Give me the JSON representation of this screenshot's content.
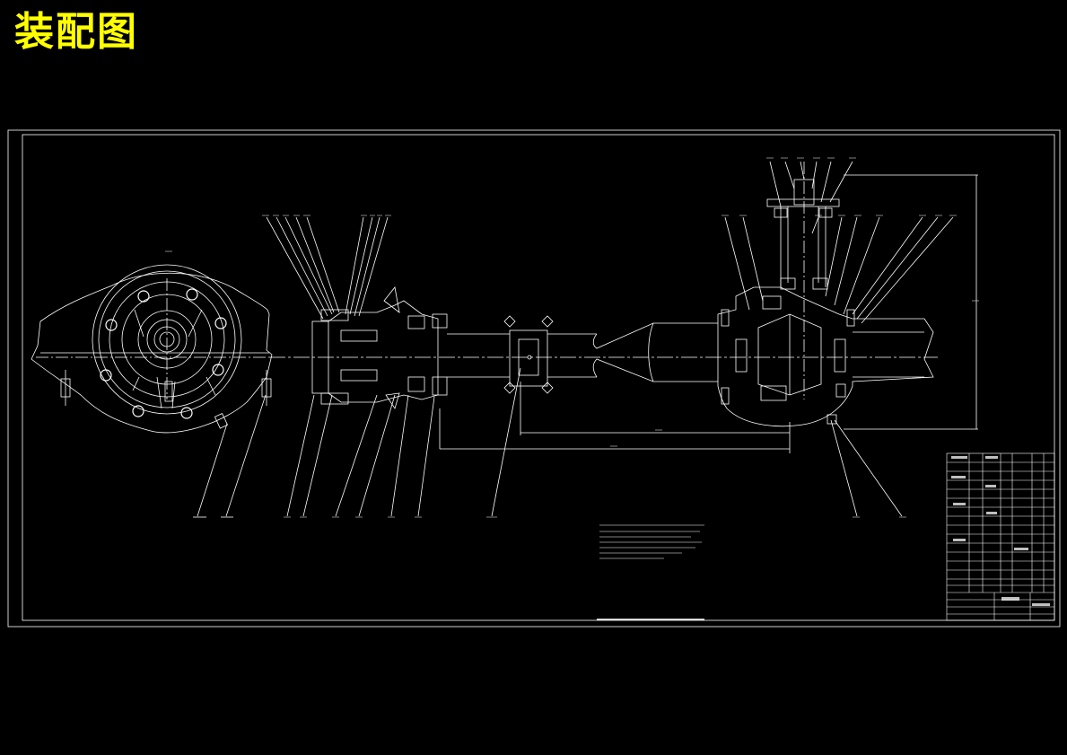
{
  "page": {
    "title": "装配图",
    "title_color": "#ffff00",
    "background": "#000000",
    "line_color": "#ffffff"
  },
  "drawing": {
    "views": [
      {
        "name": "end-view",
        "description_icon": "circular-flange-icon"
      },
      {
        "name": "axle-section",
        "description_icon": "axle-assembly-icon"
      }
    ],
    "technical_requirements": {
      "heading": "技 术 要 求"
    },
    "title_block": {
      "drawing_name": "装配图"
    }
  }
}
